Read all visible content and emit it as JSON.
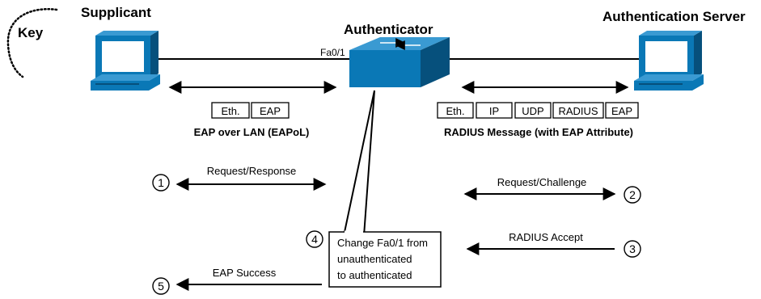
{
  "key_label": "Key",
  "nodes": {
    "supplicant": "Supplicant",
    "authenticator": "Authenticator",
    "server": "Authentication Server"
  },
  "port_label": "Fa0/1",
  "eapol": {
    "fields": [
      "Eth.",
      "EAP"
    ],
    "caption": "EAP over LAN (EAPoL)"
  },
  "radius": {
    "fields": [
      "Eth.",
      "IP",
      "UDP",
      "RADIUS",
      "EAP"
    ],
    "caption": "RADIUS Message (with EAP Attribute)"
  },
  "steps": [
    {
      "num": "1",
      "label": "Request/Response"
    },
    {
      "num": "2",
      "label": "Request/Challenge"
    },
    {
      "num": "3",
      "label": "RADIUS Accept"
    },
    {
      "num": "4",
      "lines": [
        "Change Fa0/1 from",
        "unauthenticated",
        "to authenticated"
      ]
    },
    {
      "num": "5",
      "label": "EAP Success"
    }
  ],
  "colors": {
    "device_blue": "#0a78b6",
    "device_dark": "#06507c",
    "screen": "#ffffff"
  }
}
